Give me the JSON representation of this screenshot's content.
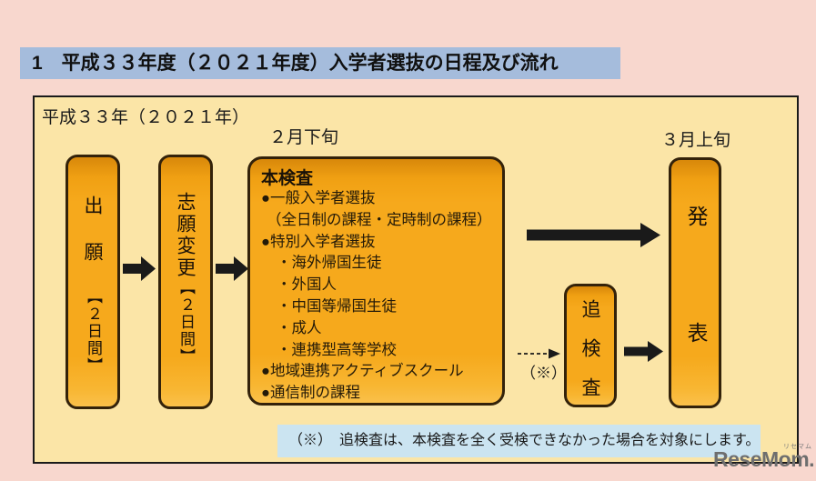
{
  "title_bar": {
    "text": "1　平成３３年度（２０２１年度）入学者選抜の日程及び流れ"
  },
  "timeline": {
    "era_label": "平成３３年（２０２１年）",
    "feb_label": "２月下旬",
    "mar_label": "３月上旬"
  },
  "flow": {
    "application": {
      "label": "出願",
      "duration": "【２日間】"
    },
    "preference_change": {
      "label": "志願変更",
      "duration": "【２日間】"
    },
    "main_exam": {
      "title": "本検査",
      "items": [
        "●一般入学者選抜",
        "（全日制の課程・定時制の課程）",
        "●特別入学者選抜",
        "・海外帰国生徒",
        "・外国人",
        "・中国等帰国生徒",
        "・成人",
        "・連携型高等学校",
        "●地域連携アクティブスクール",
        "●通信制の課程"
      ]
    },
    "makeup_exam": {
      "label": "追検査"
    },
    "announcement": {
      "label": "発表"
    },
    "dashed_arrow_label": "（※）"
  },
  "note": {
    "text": "（※）　追検査は、本検査を全く受検できなかった場合を対象にします。"
  },
  "logo": {
    "text": "ReseMom.",
    "ruby": "リセマム"
  },
  "colors": {
    "page_bg": "#f8d7ce",
    "title_bar_bg": "#a5bcdc",
    "panel_bg": "#fbe5a7",
    "box_orange": "#f6a91c",
    "box_border": "#33220a",
    "note_bg": "#cbe4f1",
    "arrow_black": "#1a1a1a",
    "logo_gray": "#6e6e6e"
  }
}
